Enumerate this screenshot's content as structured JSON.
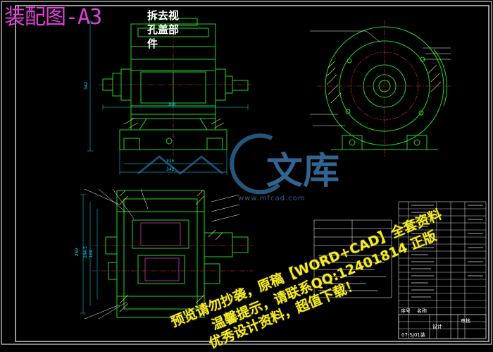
{
  "sheet": {
    "title": "装配图-A3",
    "note_lines": [
      "拆去视",
      "孔盖部",
      "件"
    ]
  },
  "dimensions": {
    "height_front": "342",
    "width_bore": "368",
    "width_base1": "315",
    "width_base2": "342",
    "plan_h1": "259",
    "plan_h2": "284.5",
    "plan_h3": "160"
  },
  "watermark": {
    "brand": "文库",
    "url": "www.mfcad.com",
    "line1": "预览请勿抄袭，原稿【WORD+CAD】全套资料",
    "line2": "温馨提示，请联系QQ:12401814  正版",
    "line3": "优秀设计资料，超值下载！"
  },
  "title_block": {
    "designer": "设计",
    "review": "审核",
    "drawing_no": "07-SJ01装",
    "item_col": "序号",
    "name_col": "名称"
  },
  "colors": {
    "outline": "#1fd91f",
    "centerline": "#e03030",
    "dimension": "#00e5ff",
    "hatch": "#e8e82a",
    "title": "#e040d8",
    "watermark": "#f2ea2a",
    "frame": "#ffffff"
  }
}
